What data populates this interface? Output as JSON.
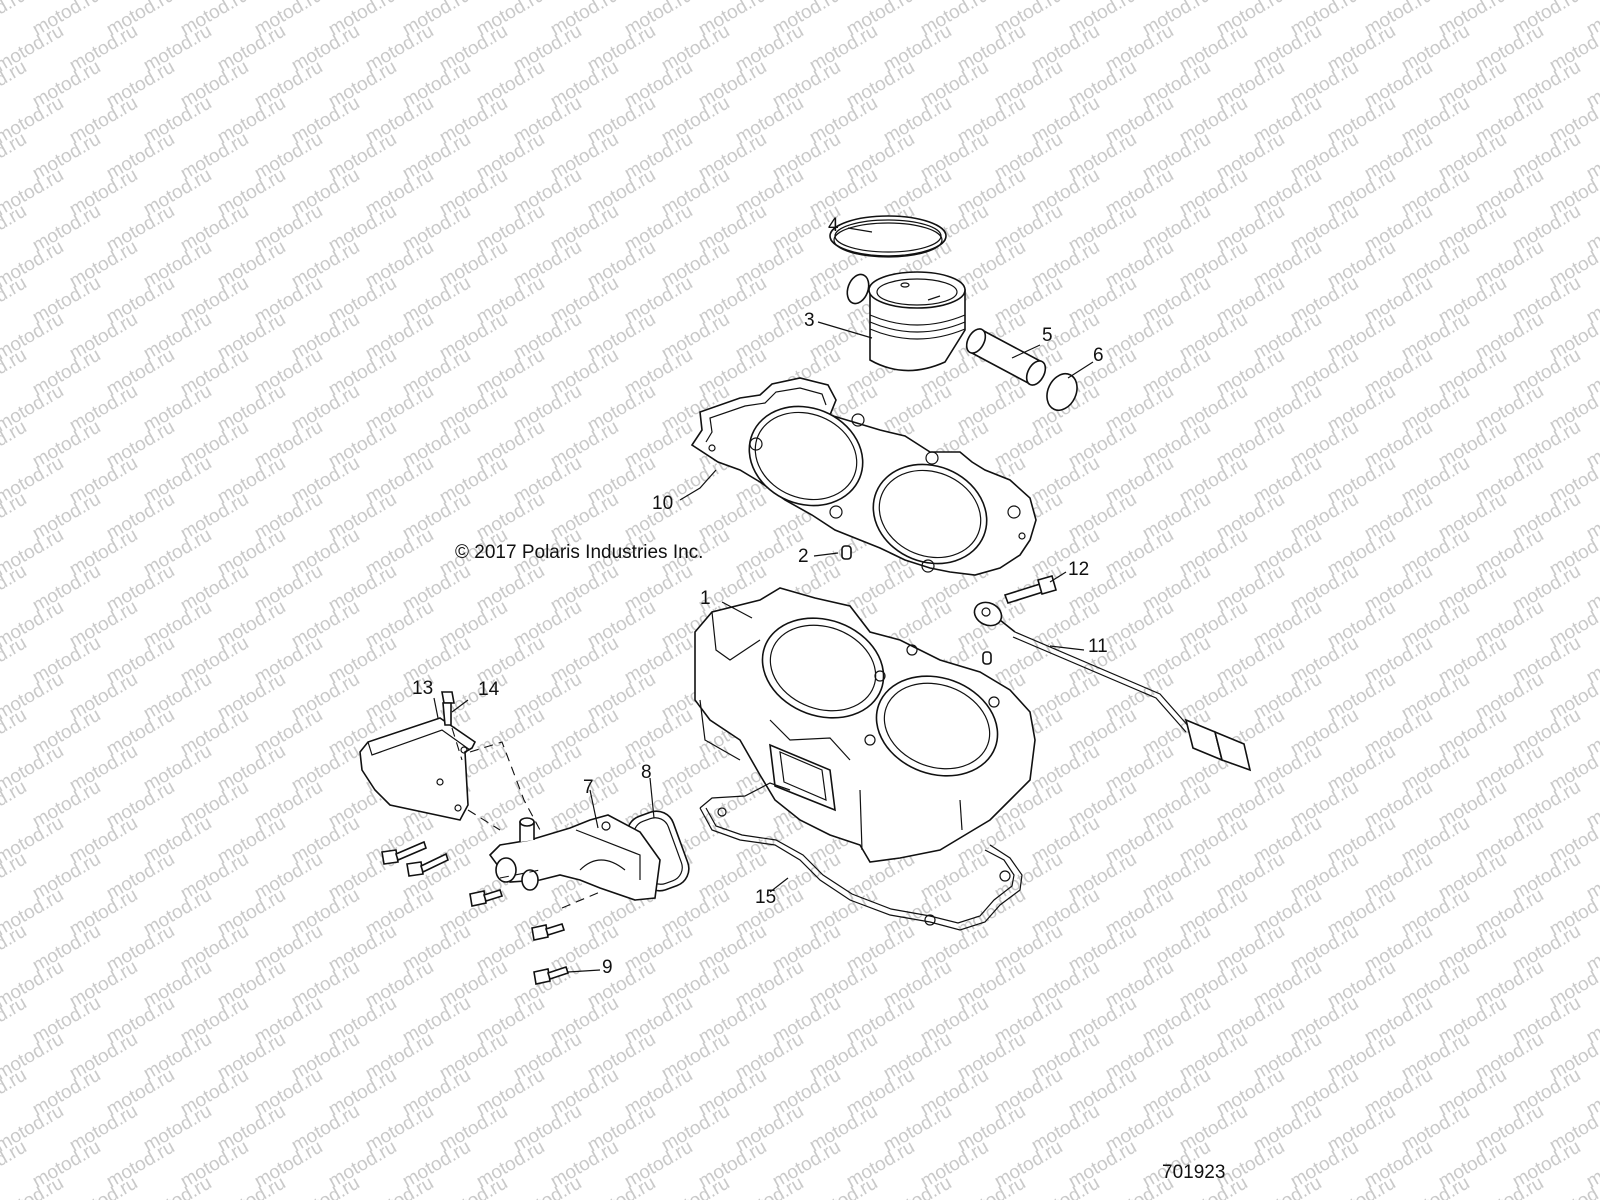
{
  "watermark": {
    "text": "motod.ru"
  },
  "copyright": "© 2017 Polaris Industries Inc.",
  "figure_number": "701923",
  "callouts": [
    "1",
    "2",
    "3",
    "4",
    "5",
    "6",
    "7",
    "8",
    "9",
    "10",
    "11",
    "12",
    "13",
    "14",
    "15"
  ]
}
